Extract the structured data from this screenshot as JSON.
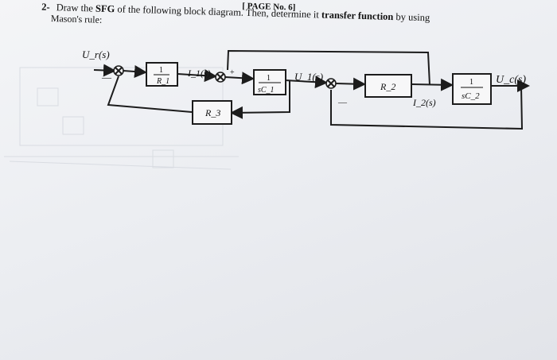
{
  "header": {
    "page_label": "[ PAGE No. 6]",
    "question_number": "2-",
    "question_part1": "Draw the ",
    "question_sfg": "SFG",
    "question_part2": " of the following block diagram. Then, determine it ",
    "question_tf": "transfer function",
    "question_part3": " by using",
    "question_line2": "Mason's rule:"
  },
  "diagram": {
    "input_label": "U_r(s)",
    "output_label": "U_c(s)",
    "signals": {
      "i1": "I_1(s)",
      "u1": "U_1(s)",
      "i2": "I_2(s)"
    },
    "blocks": {
      "b1": {
        "num": "1",
        "den": "R_1"
      },
      "b2": {
        "num": "1",
        "den": "sC_1"
      },
      "r2": {
        "label": "R_2"
      },
      "r3": {
        "label": "R_3"
      },
      "b3": {
        "num": "1",
        "den": "sC_2"
      }
    },
    "signs": {
      "sum2_plus": "+",
      "sum3_minus": "—"
    }
  }
}
